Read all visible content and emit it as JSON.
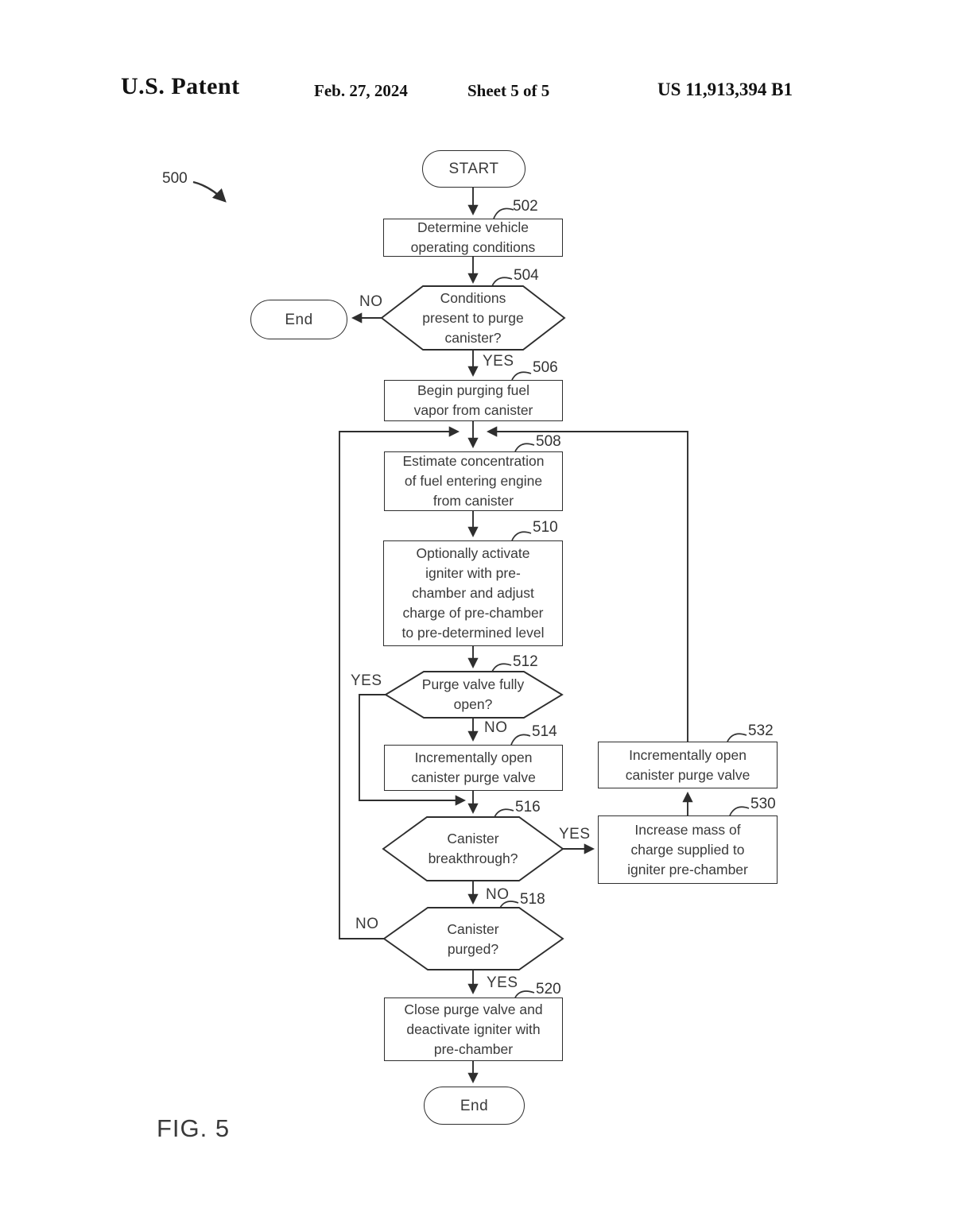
{
  "header": {
    "title": "U.S. Patent",
    "date": "Feb. 27, 2024",
    "sheet": "Sheet 5 of 5",
    "patent_number": "US 11,913,394 B1"
  },
  "figure": {
    "label": "FIG. 5",
    "diagram_ref": "500"
  },
  "colors": {
    "line": "#2e2e2e",
    "text": "#3a3a3a",
    "header_text": "#121212",
    "background": "#ffffff"
  },
  "nodes": {
    "start": {
      "label": "START"
    },
    "n502": {
      "ref": "502",
      "label": "Determine vehicle\noperating conditions"
    },
    "n504": {
      "ref": "504",
      "label": "Conditions\npresent to purge\ncanister?"
    },
    "end_top": {
      "label": "End"
    },
    "n506": {
      "ref": "506",
      "label": "Begin purging fuel\nvapor from canister"
    },
    "n508": {
      "ref": "508",
      "label": "Estimate concentration\nof fuel entering engine\nfrom canister"
    },
    "n510": {
      "ref": "510",
      "label": "Optionally activate\nigniter with pre-\nchamber and adjust\ncharge of pre-chamber\nto pre-determined level"
    },
    "n512": {
      "ref": "512",
      "label": "Purge valve fully\nopen?"
    },
    "n514": {
      "ref": "514",
      "label": "Incrementally open\ncanister purge valve"
    },
    "n516": {
      "ref": "516",
      "label": "Canister\nbreakthrough?"
    },
    "n518": {
      "ref": "518",
      "label": "Canister\npurged?"
    },
    "n520": {
      "ref": "520",
      "label": "Close purge valve and\ndeactivate igniter with\npre-chamber"
    },
    "n530": {
      "ref": "530",
      "label": "Increase mass of\ncharge supplied to\nigniter pre-chamber"
    },
    "n532": {
      "ref": "532",
      "label": "Incrementally open\ncanister purge valve"
    },
    "end_bottom": {
      "label": "End"
    }
  },
  "edge_labels": {
    "no_504": "NO",
    "yes_504": "YES",
    "yes_512": "YES",
    "no_512": "NO",
    "yes_516": "YES",
    "no_516": "NO",
    "no_518": "NO",
    "yes_518": "YES"
  }
}
